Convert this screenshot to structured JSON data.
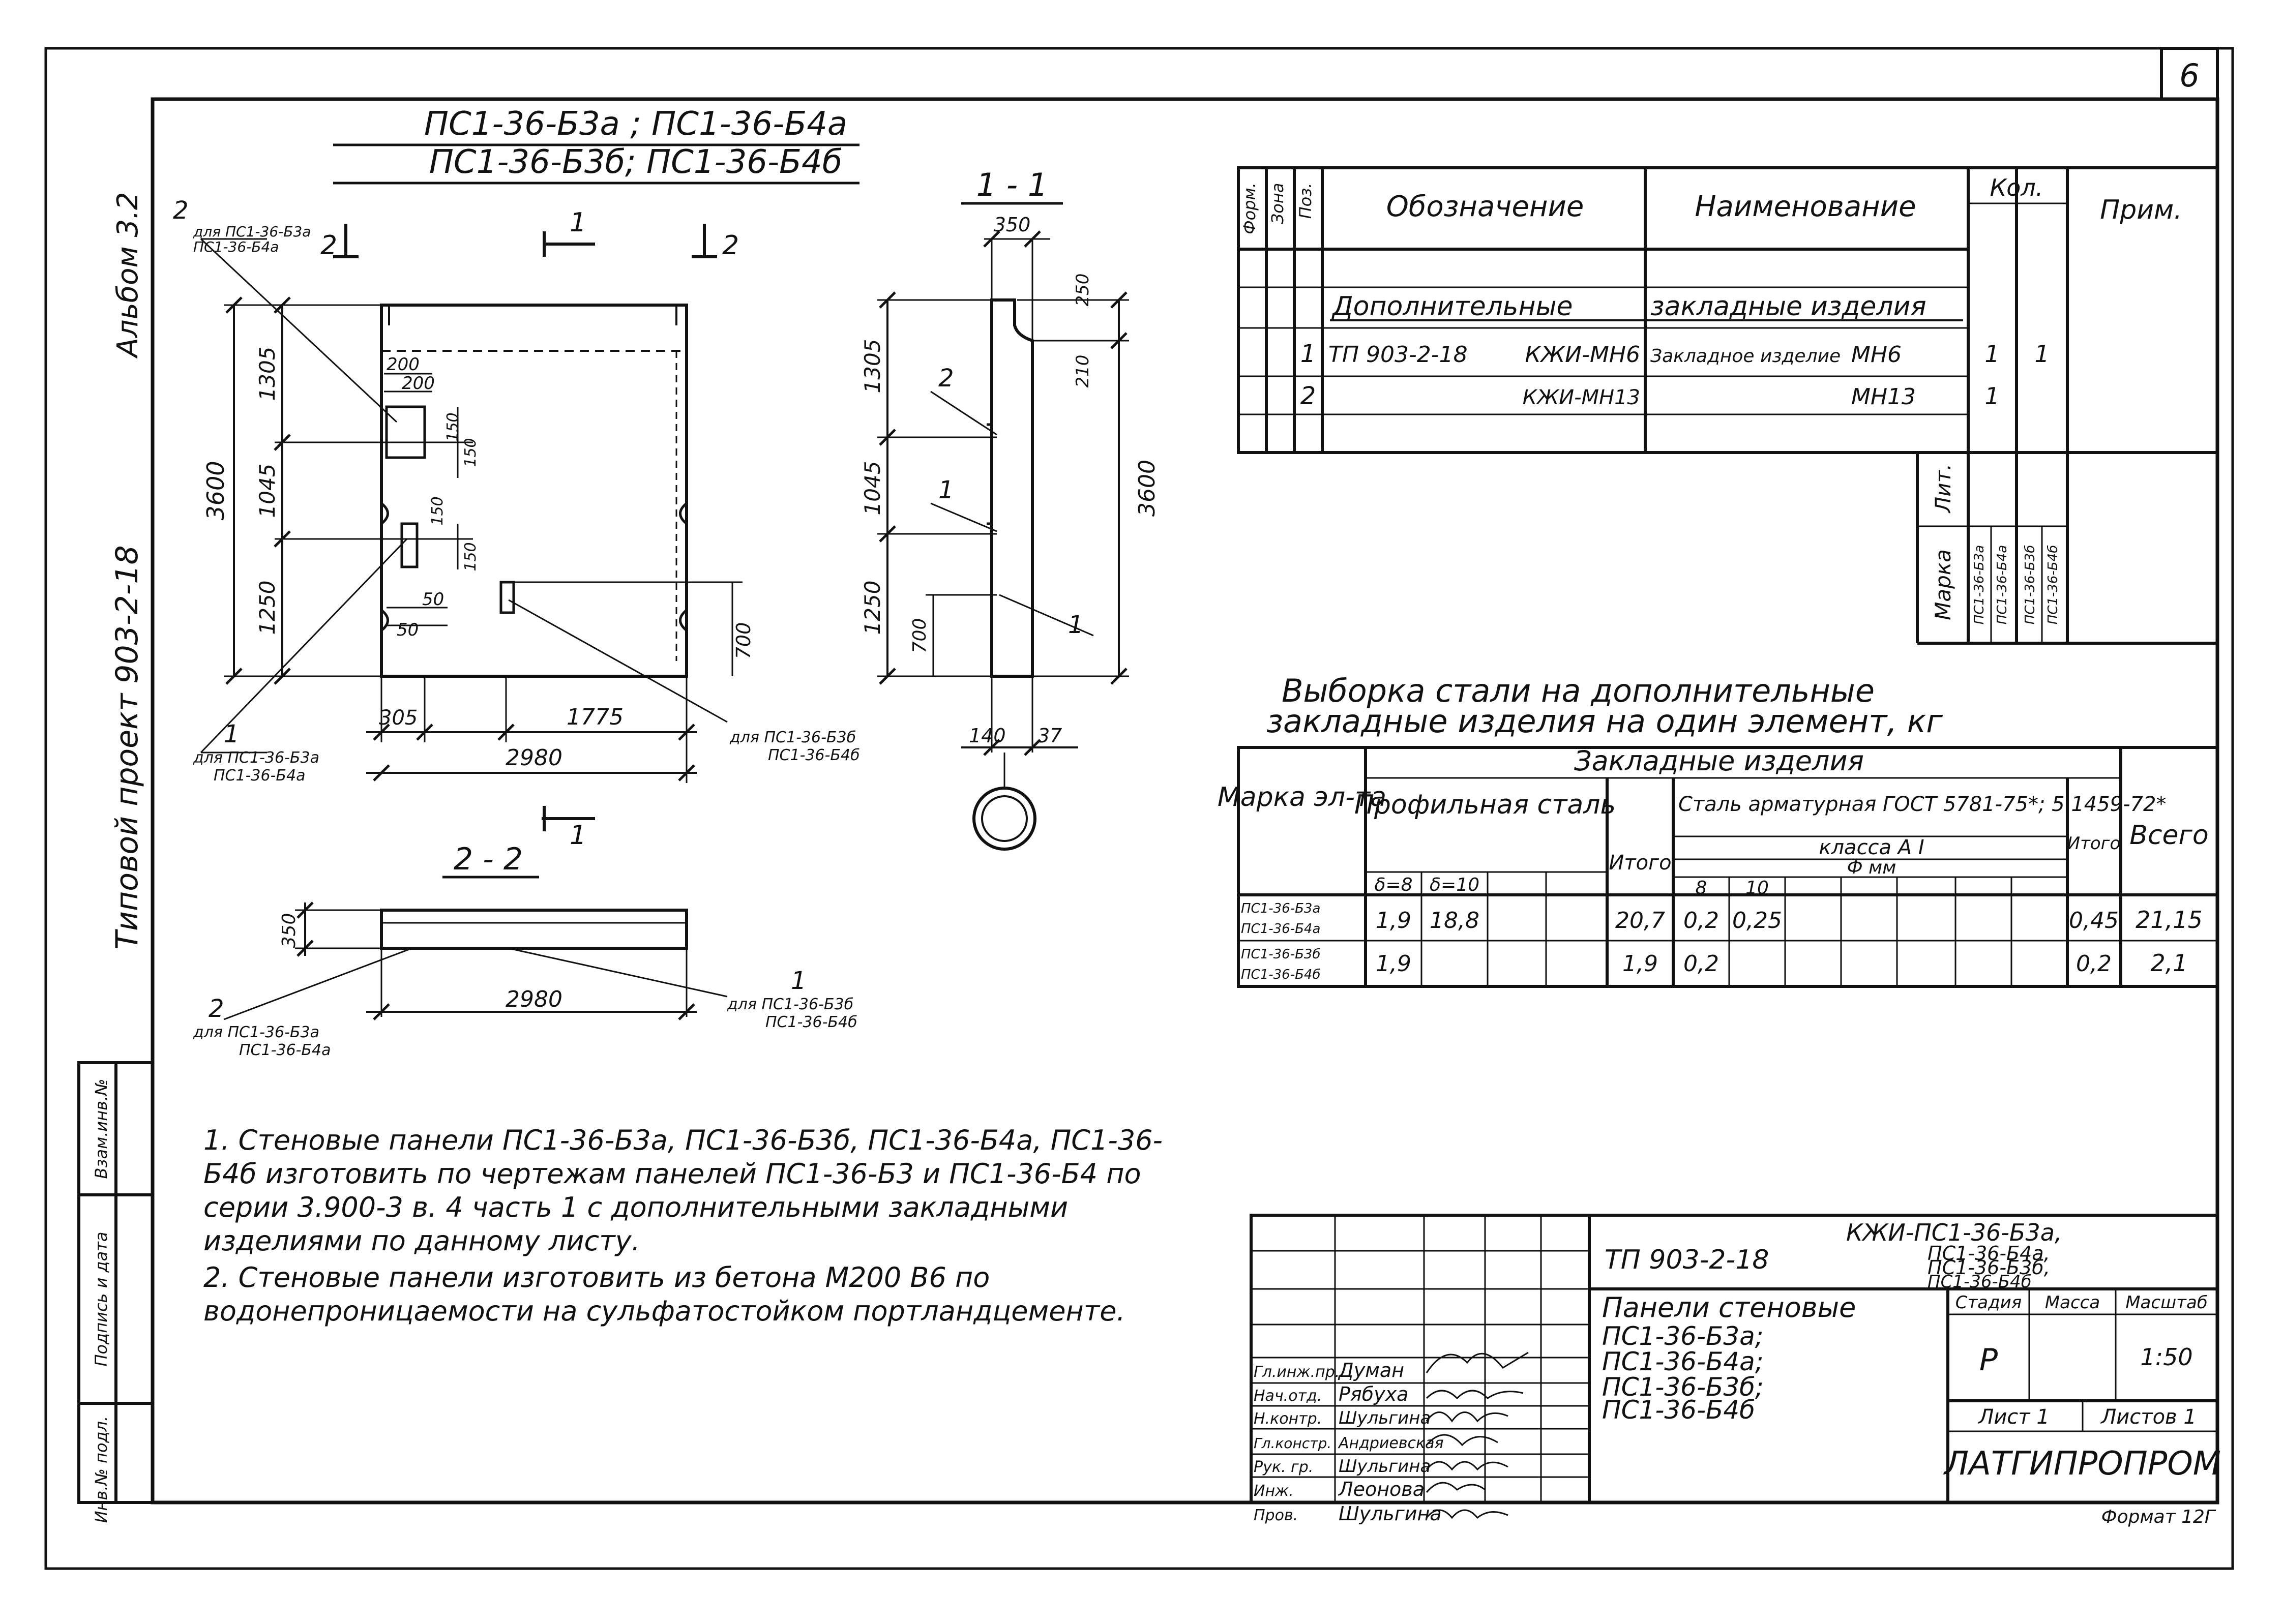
{
  "sheet_number": "6",
  "side_labels": {
    "album": "Альбом 3.2",
    "project": "Типовой проект 903-2-18"
  },
  "title_lines": [
    "ПС1-36-Б3а ; ПС1-36-Б4а",
    "ПС1-36-Б3б; ПС1-36-Б4б"
  ],
  "elevation": {
    "dims_left": [
      "1305",
      "1045",
      "1250"
    ],
    "dim_total": "3600",
    "dim_200_a": "200",
    "dim_200_b": "200",
    "dim_150_a": "150",
    "dim_150_b": "150",
    "dim_150_c": "150",
    "dim_150_d": "150",
    "dim_50_a": "50",
    "dim_50_b": "50",
    "dim_305": "305",
    "dim_1775": "1775",
    "dim_2980": "2980",
    "dim_700": "700",
    "label_2_left": "2",
    "label_2_for_a": "для ПС1-36-Б3а",
    "label_2_for_b": "ПС1-36-Б4а",
    "label_1_bottom": "1",
    "label_1_for_a": "для ПС1-36-Б3а",
    "label_1_for_b": "ПС1-36-Б4а",
    "label_for_b_a": "для ПС1-36-Б3б",
    "label_for_b_b": "ПС1-36-Б4б",
    "cut_1": "1",
    "cut_2": "2"
  },
  "section_1_1": {
    "title": "1 - 1",
    "dim_350": "350",
    "dim_250": "250",
    "dim_210": "210",
    "dims_left": [
      "1305",
      "1045",
      "1250"
    ],
    "dim_total": "3600",
    "dim_700": "700",
    "dim_140": "140",
    "dim_37": "37",
    "leader_2": "2",
    "leader_1": "1",
    "leader_1b": "1"
  },
  "section_2_2": {
    "title": "2 - 2",
    "dim_350": "350",
    "dim_2980": "2980",
    "label_2": "2",
    "label_2_for_a": "для ПС1-36-Б3а",
    "label_2_for_b": "ПС1-36-Б4а",
    "label_1": "1",
    "label_1_for_a": "для ПС1-36-Б3б",
    "label_1_for_b": "ПС1-36-Б4б"
  },
  "spec_table": {
    "header": {
      "format": "Форм.",
      "zone": "Зона",
      "pos": "Поз.",
      "designation": "Обозначение",
      "name": "Наименование",
      "qty": "Кол.",
      "note": "Прим."
    },
    "group_label": [
      "Дополнительные",
      "закладные",
      "изделия"
    ],
    "rows": [
      {
        "pos": "1",
        "doc": "ТП 903-2-18",
        "mark": "КЖИ-МН6",
        "name": "Закладное изделие",
        "code": "МН6",
        "q1": "1",
        "q2": "1"
      },
      {
        "pos": "2",
        "doc": "",
        "mark": "КЖИ-МН13",
        "name": "",
        "code": "МН13",
        "q1": "1",
        "q2": ""
      }
    ],
    "lit_label": "Лит.",
    "mark_label": "Марка",
    "mark_codes": [
      "ПС1-36-Б3а",
      "ПС1-36-Б4а",
      "ПС1-36-Б3б",
      "ПС1-36-Б4б"
    ]
  },
  "steel_title": [
    "Выборка стали на дополнительные",
    "закладные изделия на один элемент, кг"
  ],
  "steel_table": {
    "mark_header": "Марка эл-та",
    "group_header": "Закладные изделия",
    "profile_header": "Профильная сталь",
    "total_header": "Итого",
    "rebar_header": "Сталь арматурная ГОСТ 5781-75*; 5.1459-72*",
    "class_header": "класса А I",
    "diam_header": "Ф мм",
    "total2_header": "Итого",
    "grand_header": "Всего",
    "sub_d8": "δ=8",
    "sub_d10": "δ=10",
    "sub_8": "8",
    "sub_10": "10",
    "rows": [
      {
        "marks": [
          "ПС1-36-Б3а",
          "ПС1-36-Б4а"
        ],
        "d8": "1,9",
        "d10": "18,8",
        "total": "20,7",
        "r8": "0,2",
        "r10": "0,25",
        "total2": "0,45",
        "grand": "21,15"
      },
      {
        "marks": [
          "ПС1-36-Б3б",
          "ПС1-36-Б4б"
        ],
        "d8": "1,9",
        "d10": "",
        "total": "1,9",
        "r8": "0,2",
        "r10": "",
        "total2": "0,2",
        "grand": "2,1"
      }
    ]
  },
  "notes": [
    "1. Стеновые панели ПС1-36-Б3а, ПС1-36-Б3б, ПС1-36-Б4а, ПС1-36-Б4б изготовить по чертежам панелей ПС1-36-Б3 и ПС1-36-Б4 по серии 3.900-3 в. 4 часть 1 с дополнительными закладными изделиями по данному листу.",
    "2. Стеновые панели изготовить из бетона М200 В6 по водонепроницаемости на сульфатостойком портландцементе."
  ],
  "left_strip": [
    "Инв.№ подл.",
    "Подпись и дата",
    "Взам.инв.№"
  ],
  "title_block": {
    "project_code": "ТП 903-2-18",
    "doc_code": [
      "КЖИ-ПС1-36-Б3а,",
      "ПС1-36-Б4а,",
      "ПС1-36-Б3б,",
      "ПС1-36-Б4б"
    ],
    "item_name": [
      "Панели стеновые",
      "ПС1-36-Б3а;",
      "ПС1-36-Б4а;",
      "ПС1-36-Б3б;",
      "ПС1-36-Б4б"
    ],
    "stage_label": "Стадия",
    "mass_label": "Масса",
    "scale_label": "Масштаб",
    "stage": "Р",
    "scale": "1:50",
    "sheet_label": "Лист 1",
    "sheets_label": "Листов 1",
    "org": "ЛАТГИПРОПРОМ",
    "format": "Формат 12Г",
    "roles": [
      {
        "role": "Гл.инж.пр.",
        "name": "Думан"
      },
      {
        "role": "Нач.отд.",
        "name": "Рябуха"
      },
      {
        "role": "Н.контр.",
        "name": "Шульгина"
      },
      {
        "role": "Гл.констр.",
        "name": "Андриевская"
      },
      {
        "role": "Рук. гр.",
        "name": "Шульгина"
      },
      {
        "role": "Инж.",
        "name": "Леонова"
      },
      {
        "role": "Пров.",
        "name": "Шульгина"
      }
    ]
  }
}
